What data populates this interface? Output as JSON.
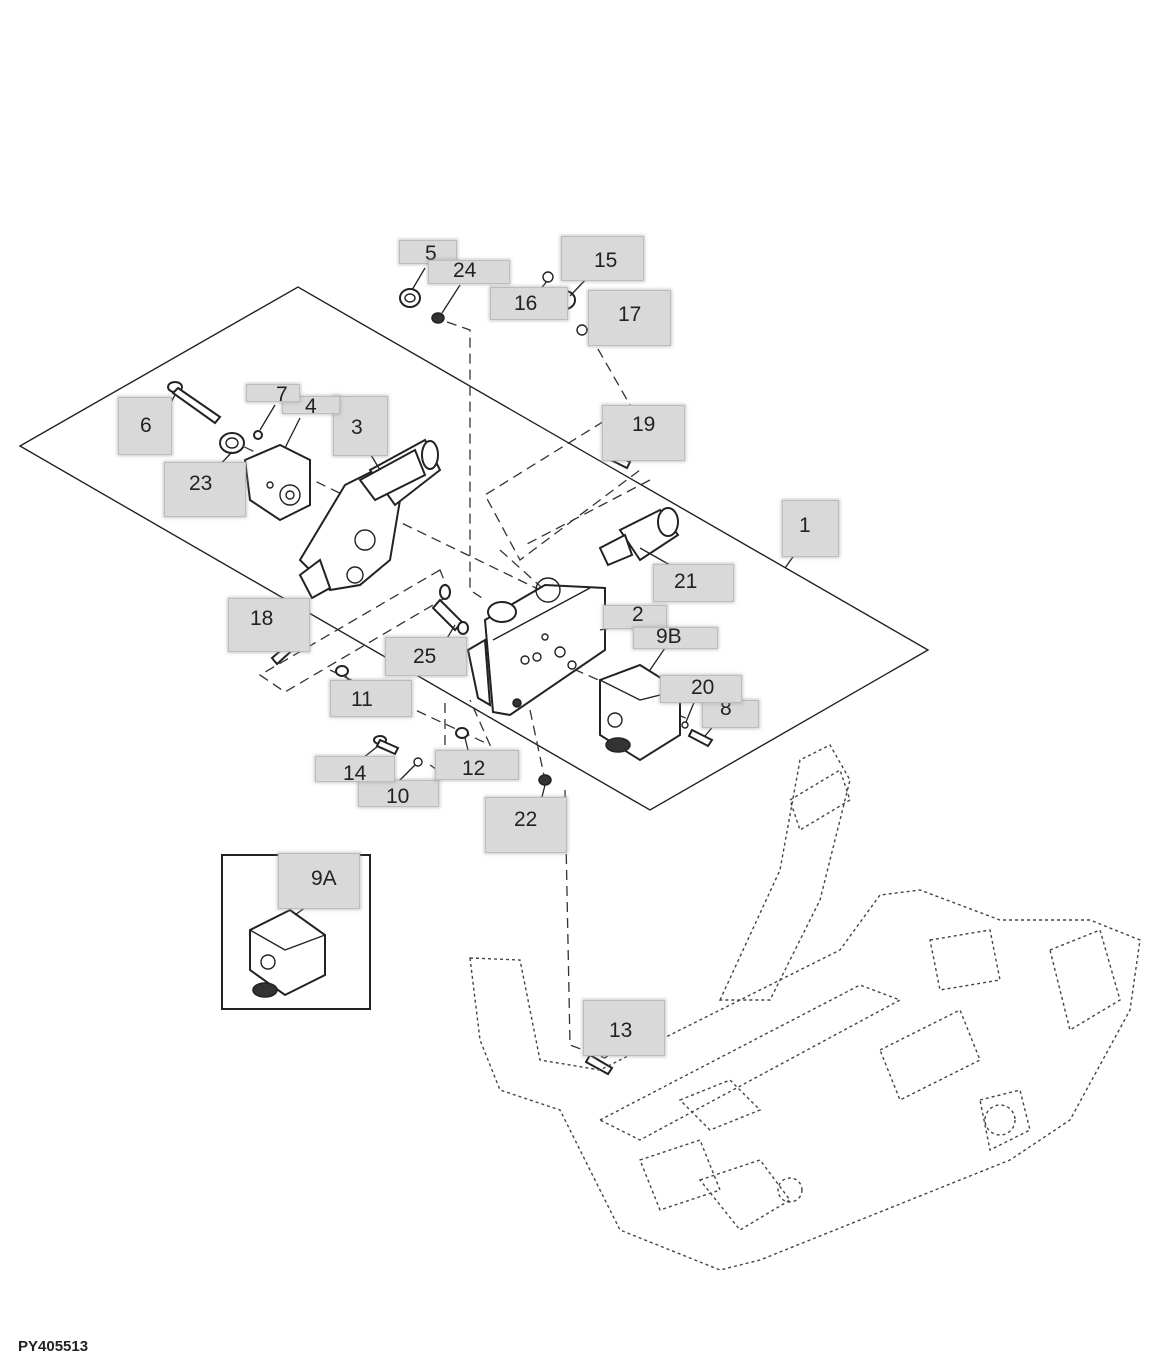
{
  "figure_id": "PY405513",
  "callouts": [
    {
      "id": "c1",
      "label": "1"
    },
    {
      "id": "c2",
      "label": "2"
    },
    {
      "id": "c3",
      "label": "3"
    },
    {
      "id": "c4",
      "label": "4"
    },
    {
      "id": "c5",
      "label": "5"
    },
    {
      "id": "c6",
      "label": "6"
    },
    {
      "id": "c7",
      "label": "7"
    },
    {
      "id": "c8",
      "label": "8"
    },
    {
      "id": "c9A",
      "label": "9A"
    },
    {
      "id": "c9B",
      "label": "9B"
    },
    {
      "id": "c10",
      "label": "10"
    },
    {
      "id": "c11",
      "label": "11"
    },
    {
      "id": "c12",
      "label": "12"
    },
    {
      "id": "c13",
      "label": "13"
    },
    {
      "id": "c14",
      "label": "14"
    },
    {
      "id": "c15",
      "label": "15"
    },
    {
      "id": "c16",
      "label": "16"
    },
    {
      "id": "c17",
      "label": "17"
    },
    {
      "id": "c18",
      "label": "18"
    },
    {
      "id": "c19",
      "label": "19"
    },
    {
      "id": "c20",
      "label": "20"
    },
    {
      "id": "c21",
      "label": "21"
    },
    {
      "id": "c22",
      "label": "22"
    },
    {
      "id": "c23",
      "label": "23"
    },
    {
      "id": "c24",
      "label": "24"
    },
    {
      "id": "c25",
      "label": "25"
    }
  ]
}
